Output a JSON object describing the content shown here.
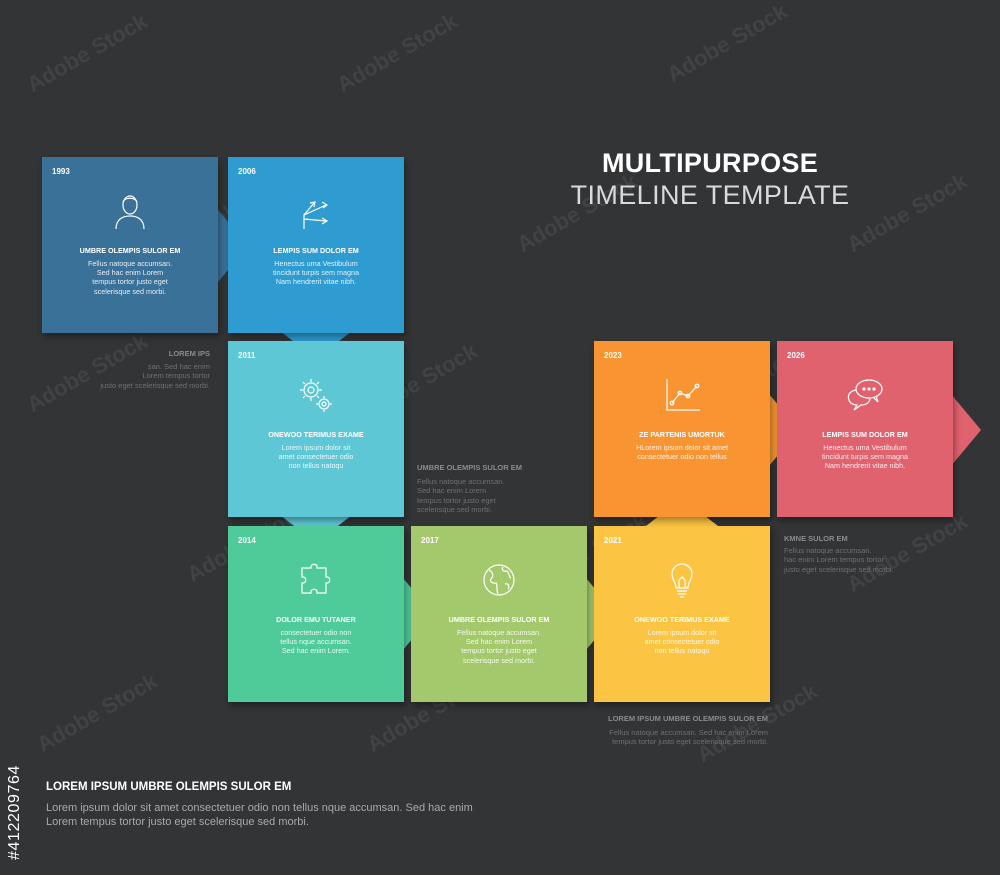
{
  "title": {
    "line1": "MULTIPURPOSE",
    "line2": "TIMELINE TEMPLATE"
  },
  "colors": {
    "background": "#333436",
    "b1993": "#3a7199",
    "b2006": "#2e9bd1",
    "b2011": "#5ec7d6",
    "b2014": "#4ecb98",
    "b2017": "#a4c96c",
    "b2021": "#fcc443",
    "b2023": "#f89532",
    "b2026": "#e0626f"
  },
  "boxes": [
    {
      "year": "1993",
      "icon": "person-icon",
      "heading": "UMBRE OLEMPIS SULOR EM",
      "body": "Fellus natoque accumsan.\nSed hac enim Lorem\ntempus tortor justo eget\nscelerisque sed morbi."
    },
    {
      "year": "2006",
      "icon": "split-arrows-icon",
      "heading": "LEMPIS SUM DOLOR EM",
      "body": "Henectus uma Vestibulum\ntincidunt turpis sem magna\nNam hendrerit vitae nibh."
    },
    {
      "year": "2011",
      "icon": "gears-icon",
      "heading": "ONEWOO TERIMUS EXAME",
      "body": "Lorem ipsum dolor sit\namet consectetuer odio\nnon tellus natoqu"
    },
    {
      "year": "2014",
      "icon": "puzzle-icon",
      "heading": "DOLOR EMU TUTANER",
      "body": "consectetuer odio non\ntellus nque accumsan.\nSed hac enim Lorem."
    },
    {
      "year": "2017",
      "icon": "globe-icon",
      "heading": "UMBRE OLEMPIS SULOR EM",
      "body": "Fellus natoque accumsan.\nSed hac enim Lorem\ntempus tortor justo eget\nscelerisque sed morbi."
    },
    {
      "year": "2021",
      "icon": "lightbulb-icon",
      "heading": "ONEWOO TERIMUS EXAME",
      "body": "Lorem ipsum dolor sit\namet consectetuer odio\nnon tellus natoqu"
    },
    {
      "year": "2023",
      "icon": "chart-icon",
      "heading": "ZE PARTENIS UMORTUK",
      "body": "HLorem ipsum dolor sit amet\nconsectetuer odio non tellus"
    },
    {
      "year": "2026",
      "icon": "speech-bubbles-icon",
      "heading": "LEMPIS SUM DOLOR EM",
      "body": "Henectus uma Vestibulum\ntincidunt turpis sem magna\nNam hendrerit vitae nibh."
    }
  ],
  "notes": [
    {
      "heading": "LOREM IPS",
      "body": "san. Sed hac enim\nLorem tempus tortor\njusto eget scelerisque sed morbi."
    },
    {
      "heading": "UMBRE OLEMPIS SULOR EM",
      "body": "Fellus natoque accumsan.\nSed hac enim Lorem\ntempus tortor justo eget\nscelerisque sed morbi."
    },
    {
      "heading": "LOREM IPSUM UMBRE OLEMPIS SULOR EM",
      "body": "Fellus natoque accumsan. Sed hac enim Lorem\ntempus tortor justo eget scelerisque sed morbi."
    },
    {
      "heading": "KMNE SULOR EM",
      "body": "Fellus natoque accumsan.\nhac enim Lorem tempus tortor\njusto eget scelerisque sed morbi."
    }
  ],
  "footer": {
    "heading": "LOREM IPSUM UMBRE OLEMPIS SULOR EM",
    "body": "Lorem ipsum dolor sit amet consectetuer odio non tellus nque accumsan. Sed hac enim Lorem tempus tortor justo eget scelerisque sed morbi."
  },
  "watermark": {
    "brand": "Adobe Stock",
    "id": "#412209764"
  }
}
